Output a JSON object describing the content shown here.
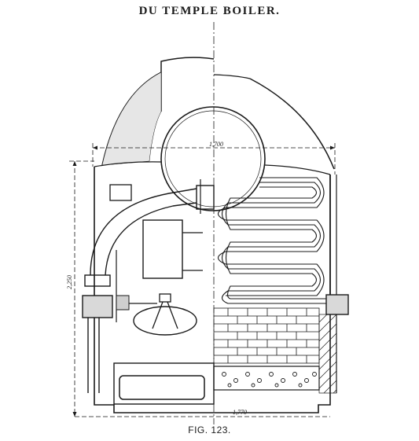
{
  "title": "DU TEMPLE BOILER.",
  "caption": "FIG. 123.",
  "dimensions": {
    "top_width": "1,700",
    "bottom_width": "1,770",
    "height": "2,250"
  },
  "colors": {
    "ink": "#1a1a1a",
    "background": "#ffffff"
  }
}
